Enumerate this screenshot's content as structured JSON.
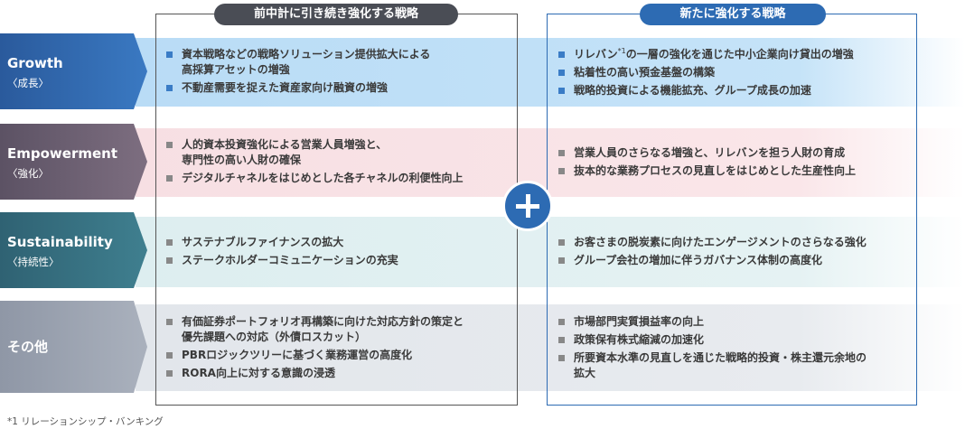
{
  "headers": {
    "left": "前中計に引き続き強化する戦略",
    "right": "新たに強化する戦略"
  },
  "rows": [
    {
      "en": "Growth",
      "ja": "〈成長〉",
      "left": [
        "資本戦略などの戦略ソリューション提供拡大による",
        "高採算アセットの増強",
        "不動産需要を捉えた資産家向け融資の増強"
      ],
      "right": [
        "リレバン",
        "*1",
        "の一層の強化を通じた中小企業向け貸出の増強",
        "粘着性の高い預金基盤の構築",
        "戦略的投資による機能拡充、グループ成長の加速"
      ]
    },
    {
      "en": "Empowerment",
      "ja": "〈強化〉",
      "left": [
        "人的資本投資強化による営業人員増強と、",
        "専門性の高い人財の確保",
        "デジタルチャネルをはじめとした各チャネルの利便性向上"
      ],
      "right": [
        "営業人員のさらなる増強と、リレバンを担う人財の育成",
        "抜本的な業務プロセスの見直しをはじめとした生産性向上"
      ]
    },
    {
      "en": "Sustainability",
      "ja": "〈持続性〉",
      "left": [
        "サステナブルファイナンスの拡大",
        "ステークホルダーコミュニケーションの充実"
      ],
      "right": [
        "お客さまの脱炭素に向けたエンゲージメントのさらなる強化",
        "グループ会社の増加に伴うガバナンス体制の高度化"
      ]
    },
    {
      "en": "その他",
      "ja": "",
      "left": [
        "有価証券ポートフォリオ再構築に向けた対応方針の策定と",
        "優先課題への対応（外債ロスカット）",
        "PBRロジックツリーに基づく業務運営の高度化",
        "RORA向上に対する意識の浸透"
      ],
      "right": [
        "市場部門実質損益率の向上",
        "政策保有株式縮減の加速化",
        "所要資本水準の見直しを通じた戦略的投資・株主還元余地の",
        "拡大"
      ]
    }
  ],
  "footnote": "*1  リレーションシップ・バンキング",
  "colors": {
    "accent_blue": "#2d6bb3",
    "header_gray": "#4a4d55",
    "growth": "#2a5a9c",
    "empowerment": "#5c5264",
    "sustainability": "#2f6273",
    "other": "#8f97a6"
  },
  "icons": [
    "plus-icon",
    "bullet-square-icon"
  ]
}
